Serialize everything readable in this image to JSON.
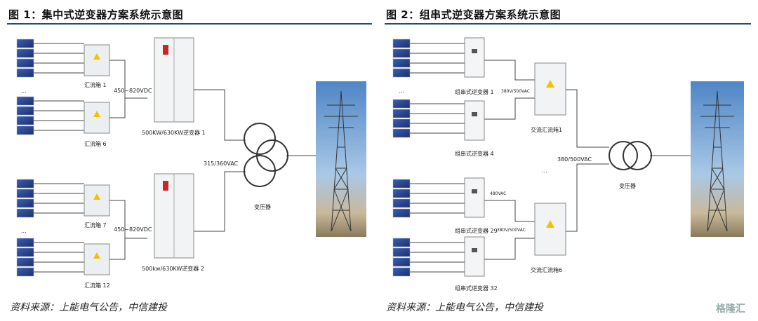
{
  "figure1": {
    "title": "图 1：集中式逆变器方案系统示意图",
    "source": "资料来源：上能电气公告，中信建投",
    "combiner_labels": [
      "汇流箱 1",
      "汇流箱 6",
      "汇流箱 7",
      "汇流箱 12"
    ],
    "voltage_dc_1": "450~820VDC",
    "voltage_dc_2": "450~820VDC",
    "inverter_1": "500KW/630KW逆变器 1",
    "inverter_2": "500kw/630KW逆变器 2",
    "voltage_ac": "315/360VAC",
    "transformer": "变压器",
    "ellipsis": "...",
    "ellipsis2": "..."
  },
  "figure2": {
    "title": "图 2：组串式逆变器方案系统示意图",
    "source": "资料来源：上能电气公告，中信建投",
    "inverter_labels": [
      "组串式逆变器 1",
      "组串式逆变器 4",
      "组串式逆变器 29",
      "组串式逆变器 32"
    ],
    "voltage_1": "380V/500VAC",
    "voltage_2": "480VAC",
    "voltage_3": "380V/500VAC",
    "ac_combiner_1": "交流汇流箱1",
    "ac_combiner_2": "交流汇流箱6",
    "voltage_ac": "380/500VAC",
    "transformer": "变压器",
    "ellipsis": "...",
    "ellipsis2": "..."
  },
  "watermark": "格隆汇"
}
